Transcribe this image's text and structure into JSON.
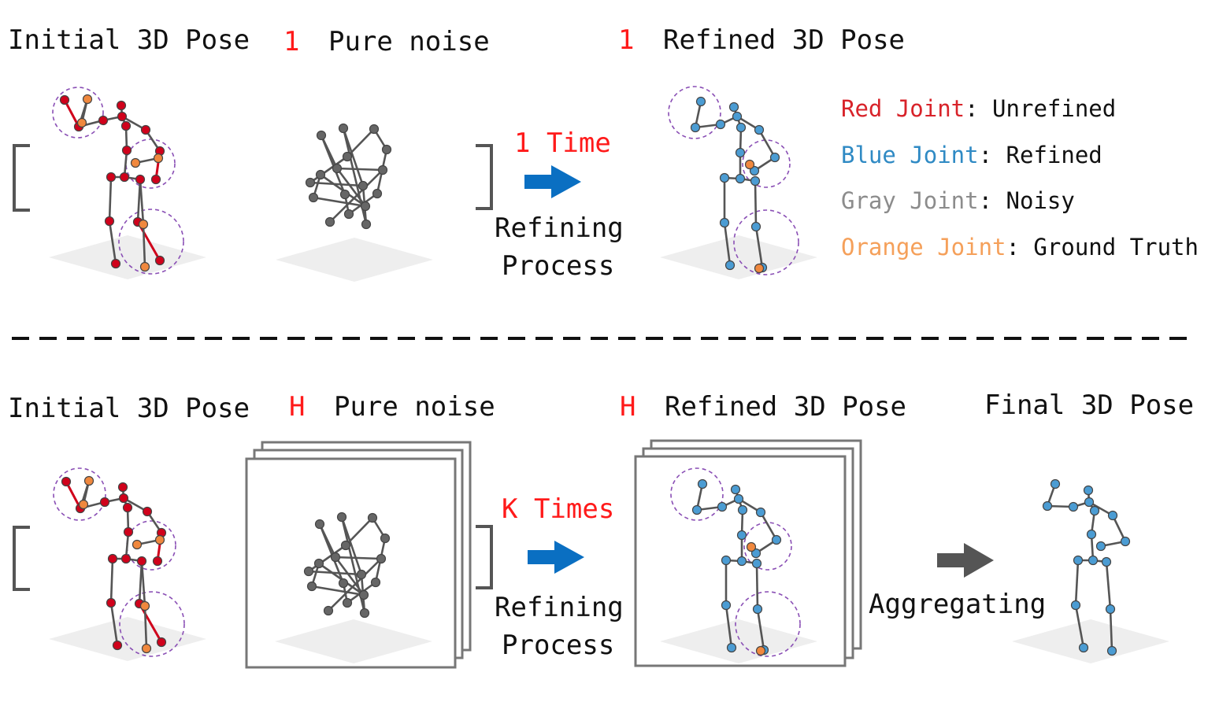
{
  "colors": {
    "red_joint": "#d0021b",
    "blue_joint": "#4b9cd3",
    "gray_joint": "#666666",
    "orange_joint": "#f0883e",
    "bone": "#555555",
    "accent_red": "#ff1a1a",
    "arrow_blue": "#0a6fc2",
    "arrow_gray": "#555555",
    "circle_purple": "#8a4fb5",
    "legend_red": "#d8232a",
    "legend_blue": "#2f8ac4",
    "legend_gray": "#8c8c8c",
    "legend_orange": "#f5a05a"
  },
  "top": {
    "initial_label": "Initial 3D Pose",
    "noise_count": "1",
    "noise_label": "Pure noise",
    "refined_count": "1",
    "refined_label": "Refined 3D Pose",
    "times_label": "1 Time",
    "process_line1": "Refining",
    "process_line2": "Process"
  },
  "legend": [
    {
      "name": "Red Joint",
      "desc": ": Unrefined"
    },
    {
      "name": "Blue Joint",
      "desc": ": Refined"
    },
    {
      "name": "Gray Joint",
      "desc": ": Noisy"
    },
    {
      "name": "Orange Joint",
      "desc": ": Ground Truth"
    }
  ],
  "bottom": {
    "initial_label": "Initial 3D Pose",
    "noise_count": "H",
    "noise_label": "Pure noise",
    "refined_count": "H",
    "refined_label": "Refined 3D Pose",
    "final_label": "Final 3D Pose",
    "times_label": "K Times",
    "process_line1": "Refining",
    "process_line2": "Process",
    "aggregate_label": "Aggregating"
  }
}
